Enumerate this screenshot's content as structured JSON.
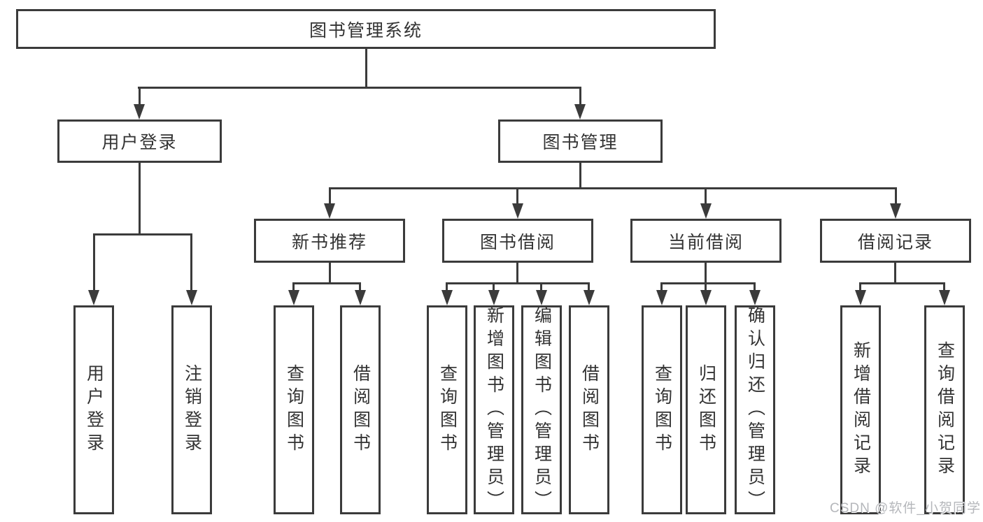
{
  "root": {
    "label": "图书管理系统"
  },
  "level2": {
    "user": {
      "label": "用户登录"
    },
    "mgmt": {
      "label": "图书管理"
    }
  },
  "level3": {
    "newbook": {
      "label": "新书推荐"
    },
    "borrow": {
      "label": "图书借阅"
    },
    "current": {
      "label": "当前借阅"
    },
    "records": {
      "label": "借阅记录"
    }
  },
  "leaves": {
    "user": [
      {
        "label": "用户登录"
      },
      {
        "label": "注销登录"
      }
    ],
    "newbook": [
      {
        "label": "查询图书"
      },
      {
        "label": "借阅图书"
      }
    ],
    "borrow": [
      {
        "label": "查询图书"
      },
      {
        "label": "新增图书（管理员）"
      },
      {
        "label": "编辑图书（管理员）"
      },
      {
        "label": "借阅图书"
      }
    ],
    "current": [
      {
        "label": "查询图书"
      },
      {
        "label": "归还图书"
      },
      {
        "label": "确认归还（管理员）"
      }
    ],
    "records": [
      {
        "label": "新增借阅记录"
      },
      {
        "label": "查询借阅记录"
      }
    ]
  },
  "watermark": "CSDN @软件_小贺同学",
  "colors": {
    "line": "#3b3b3b",
    "box_border": "#3b3b3b",
    "text": "#333333",
    "watermark": "#b5b7bb",
    "background": "#ffffff"
  }
}
